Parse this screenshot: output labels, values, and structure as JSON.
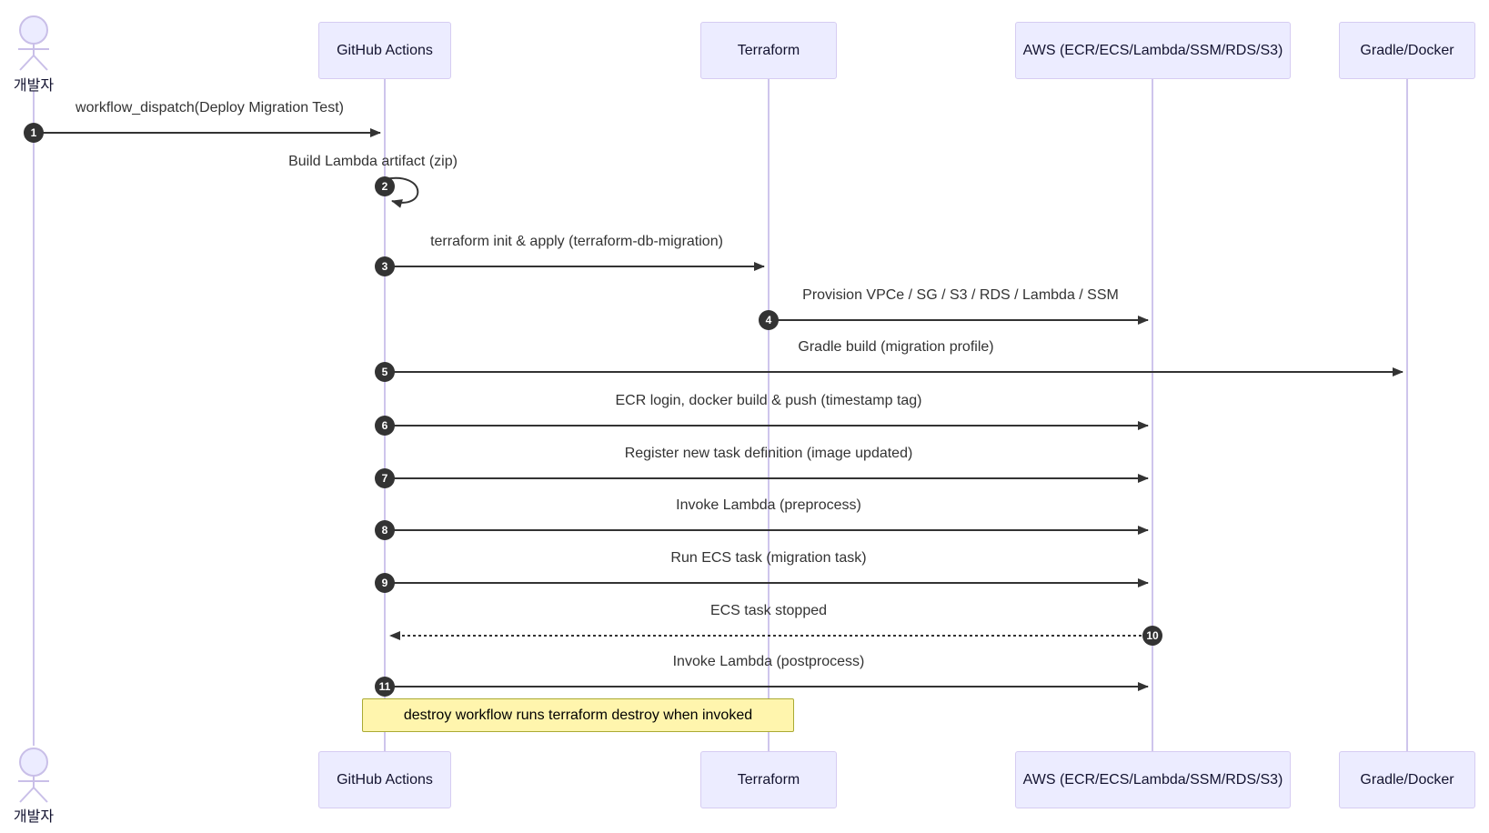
{
  "diagram": {
    "type": "sequence-diagram",
    "actor": {
      "label": "개발자"
    },
    "participants": [
      {
        "name": "GitHub Actions"
      },
      {
        "name": "Terraform"
      },
      {
        "name": "AWS (ECR/ECS/Lambda/SSM/RDS/S3)"
      },
      {
        "name": "Gradle/Docker"
      }
    ],
    "messages": [
      {
        "num": "1",
        "from": "개발자",
        "to": "GitHub Actions",
        "label": "workflow_dispatch(Deploy Migration Test)",
        "style": "solid"
      },
      {
        "num": "2",
        "from": "GitHub Actions",
        "to": "GitHub Actions",
        "label": "Build Lambda artifact (zip)",
        "style": "self"
      },
      {
        "num": "3",
        "from": "GitHub Actions",
        "to": "Terraform",
        "label": "terraform init & apply (terraform-db-migration)",
        "style": "solid"
      },
      {
        "num": "4",
        "from": "Terraform",
        "to": "AWS (ECR/ECS/Lambda/SSM/RDS/S3)",
        "label": "Provision VPCe / SG / S3 / RDS / Lambda / SSM",
        "style": "solid"
      },
      {
        "num": "5",
        "from": "GitHub Actions",
        "to": "Gradle/Docker",
        "label": "Gradle build (migration profile)",
        "style": "solid"
      },
      {
        "num": "6",
        "from": "GitHub Actions",
        "to": "AWS (ECR/ECS/Lambda/SSM/RDS/S3)",
        "label": "ECR login, docker build & push (timestamp tag)",
        "style": "solid"
      },
      {
        "num": "7",
        "from": "GitHub Actions",
        "to": "AWS (ECR/ECS/Lambda/SSM/RDS/S3)",
        "label": "Register new task definition (image updated)",
        "style": "solid"
      },
      {
        "num": "8",
        "from": "GitHub Actions",
        "to": "AWS (ECR/ECS/Lambda/SSM/RDS/S3)",
        "label": "Invoke Lambda (preprocess)",
        "style": "solid"
      },
      {
        "num": "9",
        "from": "GitHub Actions",
        "to": "AWS (ECR/ECS/Lambda/SSM/RDS/S3)",
        "label": "Run ECS task (migration task)",
        "style": "solid"
      },
      {
        "num": "10",
        "from": "AWS (ECR/ECS/Lambda/SSM/RDS/S3)",
        "to": "GitHub Actions",
        "label": "ECS task stopped",
        "style": "dashed"
      },
      {
        "num": "11",
        "from": "GitHub Actions",
        "to": "AWS (ECR/ECS/Lambda/SSM/RDS/S3)",
        "label": "Invoke Lambda (postprocess)",
        "style": "solid"
      }
    ],
    "note": {
      "text": "destroy workflow runs terraform destroy when invoked"
    },
    "colors": {
      "background": "#FFFFFF",
      "participant_fill": "#ECECFF",
      "participant_border": "#D6CCF2",
      "lifeline": "#CEC5EC",
      "arrow": "#333333",
      "badge_fill": "#333333",
      "badge_text": "#FFFFFF",
      "note_fill": "#FFF5AD",
      "note_border": "#AAAA33",
      "message_text": "#333333"
    }
  }
}
